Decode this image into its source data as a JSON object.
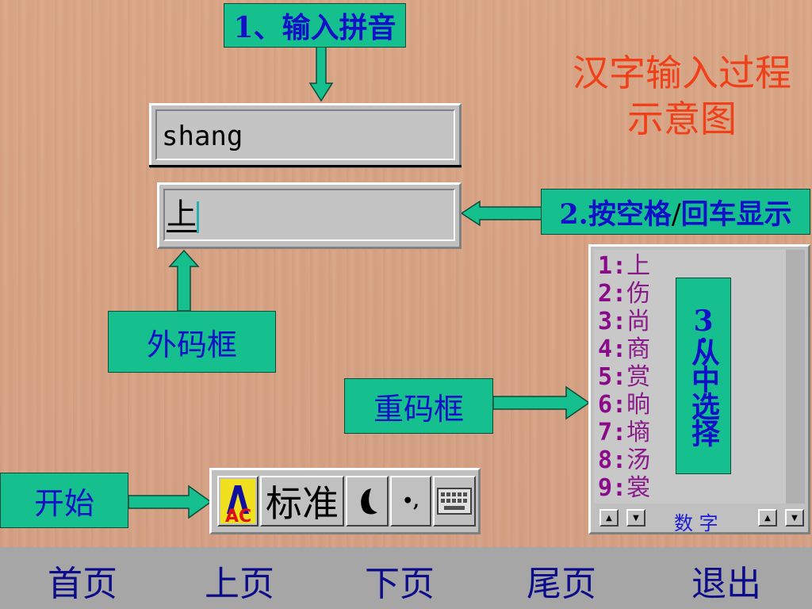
{
  "title": {
    "line1": "汉字输入过程",
    "line2": "示意图"
  },
  "labels": {
    "step1": "1、输入拼音",
    "step2_num": "2.",
    "step2_a": "按空格",
    "step2_sep": "/",
    "step2_b": "回车显示",
    "step3_num": "3",
    "step3_dot": ".",
    "step3_text": "从中选择",
    "outer_box": "外码框",
    "dup_box": "重码框",
    "start": "开始"
  },
  "pinyin_input": {
    "value": "shang"
  },
  "outer_code": {
    "value": "上"
  },
  "candidates": [
    {
      "num": "1:",
      "char": "上"
    },
    {
      "num": "2:",
      "char": "伤"
    },
    {
      "num": "3:",
      "char": "尚"
    },
    {
      "num": "4:",
      "char": "商"
    },
    {
      "num": "5:",
      "char": "赏"
    },
    {
      "num": "6:",
      "char": "晌"
    },
    {
      "num": "7:",
      "char": "墒"
    },
    {
      "num": "8:",
      "char": "汤"
    },
    {
      "num": "9:",
      "char": "裳"
    }
  ],
  "candidate_footer": "数 字",
  "toolbar": {
    "mode_label": "标准",
    "punct": "•,",
    "abc": "AC"
  },
  "nav": {
    "home": "首页",
    "prev": "上页",
    "next": "下页",
    "last": "尾页",
    "exit": "退出"
  },
  "colors": {
    "green": "#15c08e",
    "blue_text": "#1010c8",
    "title_red": "#f0401a",
    "candidate_purple": "#8a1a8a"
  }
}
